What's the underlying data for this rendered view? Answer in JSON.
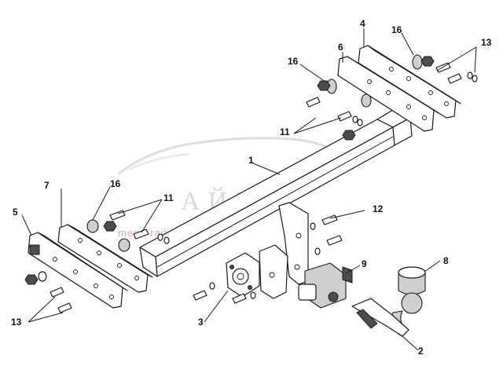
{
  "watermark": {
    "logo_text": "АЙКА",
    "sub_text": "mega rail travel"
  },
  "callouts": {
    "c1": "1",
    "c2": "2",
    "c3": "3",
    "c4": "4",
    "c5": "5",
    "c6": "6",
    "c7": "7",
    "c8": "8",
    "c9": "9",
    "c11a": "11",
    "c11b": "11",
    "c12": "12",
    "c13a": "13",
    "c13b": "13",
    "c16a": "16",
    "c16b": "16",
    "c16c": "16"
  }
}
